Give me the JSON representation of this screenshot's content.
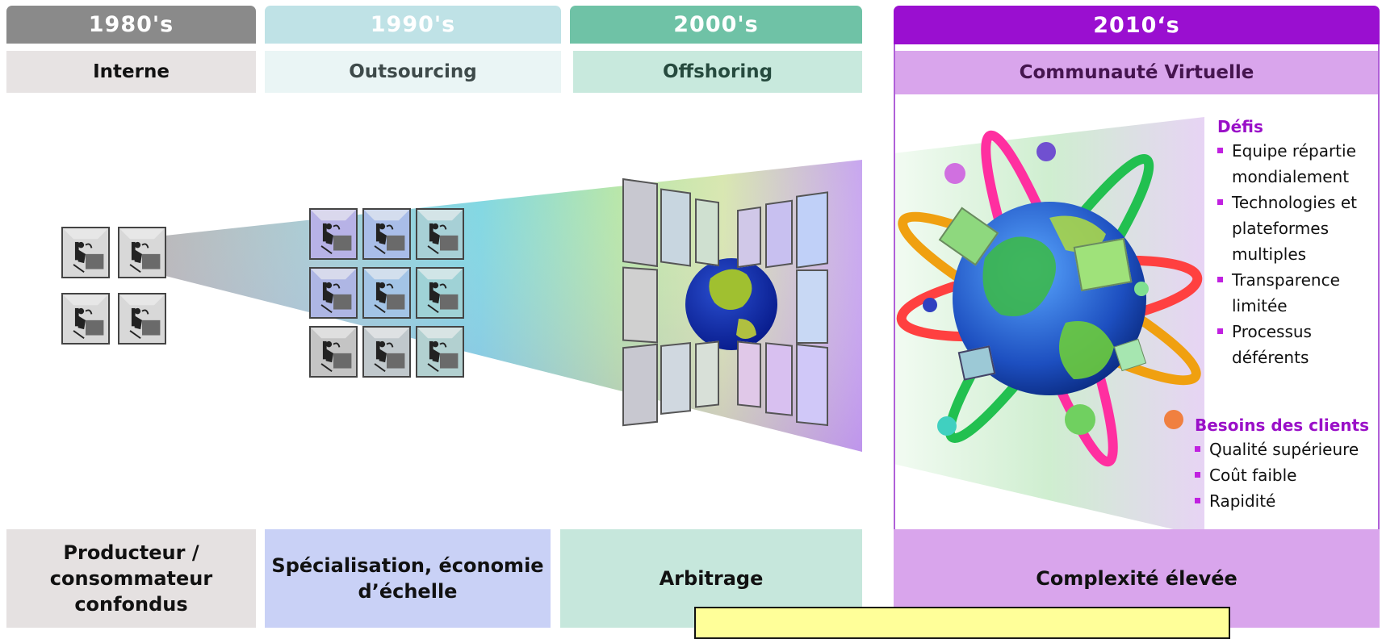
{
  "eras": [
    {
      "year": "1980's",
      "model": "Interne",
      "outcome": "Producteur / consommateur confondus",
      "header_color": "#8a8a8a",
      "sub_color": "#e7e3e3",
      "foot_color": "#e5e1e1"
    },
    {
      "year": "1990's",
      "model": "Outsourcing",
      "outcome": "Spécialisation, économie d’échelle",
      "header_color": "#bfe2e6",
      "sub_color": "#eaf5f5",
      "foot_color": "#c9d1f6"
    },
    {
      "year": "2000's",
      "model": "Offshoring",
      "outcome": "Arbitrage",
      "header_color": "#6fc2a6",
      "sub_color": "#c8e9dd",
      "foot_color": "#c6e7dc"
    },
    {
      "year": "2010‘s",
      "model": "Communauté Virtuelle",
      "outcome": "Complexité élevée",
      "header_color": "#9a0fd0",
      "sub_color": "#d9a5ec",
      "foot_color": "#d9a5ec"
    }
  ],
  "panel": {
    "challenges_title": "Défis",
    "challenges": [
      "Equipe répartie mondialement",
      "Technologies et plateformes multiples",
      "Transparence limitée",
      "Processus déférents"
    ],
    "needs_title": "Besoins des clients",
    "needs": [
      "Qualité supérieure",
      "Coût faible",
      "Rapidité"
    ]
  },
  "note_box": {
    "text": ""
  }
}
